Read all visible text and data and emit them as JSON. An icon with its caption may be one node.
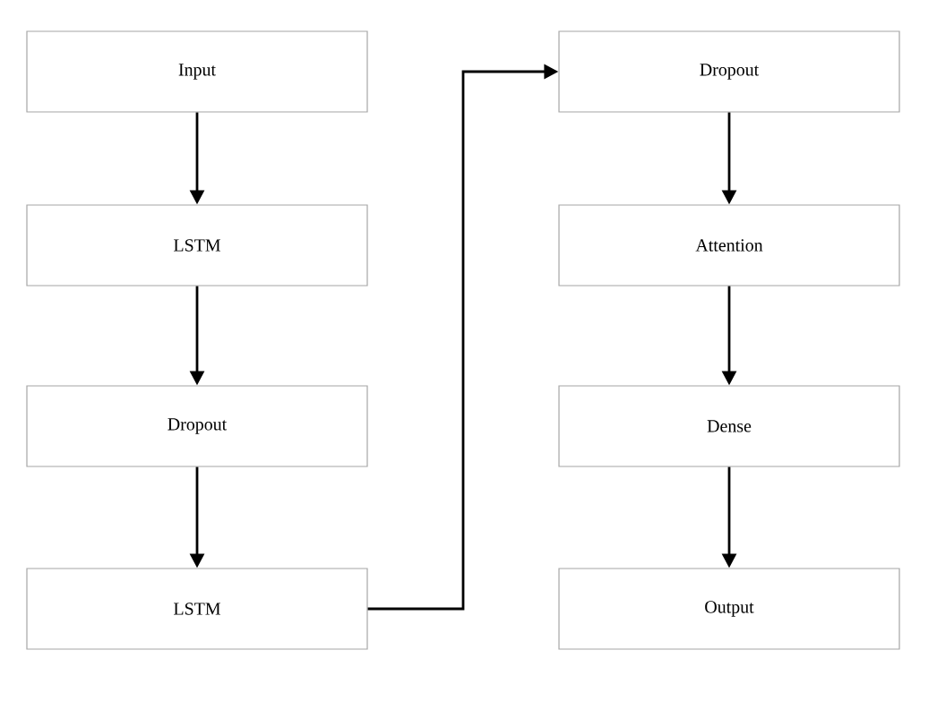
{
  "diagram": {
    "nodes": [
      {
        "text": [
          "Input"
        ]
      },
      {
        "text": [
          "LSTM"
        ]
      },
      {
        "text": [
          "Dropout"
        ]
      },
      {
        "text": [
          "LSTM"
        ]
      },
      {
        "text": [
          "Dropout"
        ]
      },
      {
        "text": [
          "Attention"
        ]
      },
      {
        "text": [
          "Dense"
        ]
      },
      {
        "text": [
          "Output"
        ]
      }
    ],
    "edges": [
      {
        "from": 0,
        "to": 1,
        "arrow": "to"
      },
      {
        "from": 1,
        "to": 2,
        "arrow": "to"
      },
      {
        "from": 2,
        "to": 3,
        "arrow": "to"
      },
      {
        "from": 3,
        "to": 4,
        "arrow": "to"
      },
      {
        "from": 4,
        "to": 5,
        "arrow": "to"
      },
      {
        "from": 5,
        "to": 6,
        "arrow": "to"
      },
      {
        "from": 6,
        "to": 7,
        "arrow": "to"
      }
    ]
  }
}
